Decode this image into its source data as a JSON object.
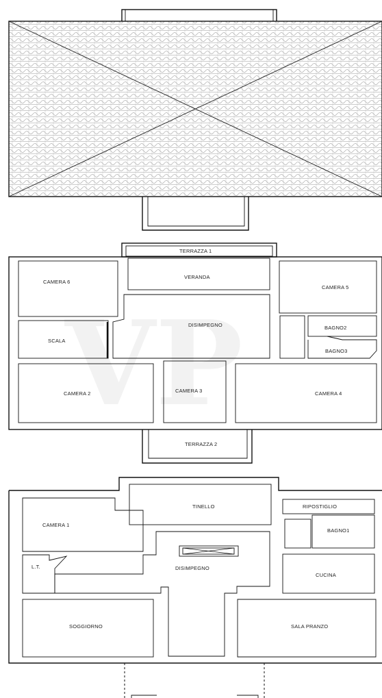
{
  "watermark": "VP",
  "floors": [
    {
      "id": "roof",
      "label": "",
      "rooms": []
    },
    {
      "id": "upper-floor",
      "rooms": [
        {
          "key": "terrazza1",
          "label": "TERRAZZA 1"
        },
        {
          "key": "veranda",
          "label": "VERANDA"
        },
        {
          "key": "camera6",
          "label": "CAMERA 6"
        },
        {
          "key": "camera5",
          "label": "CAMERA 5"
        },
        {
          "key": "disimpegno_upper",
          "label": "DISIMPEGNO"
        },
        {
          "key": "scala",
          "label": "SCALA"
        },
        {
          "key": "bagno2",
          "label": "BAGNO2"
        },
        {
          "key": "bagno3",
          "label": "BAGNO3"
        },
        {
          "key": "camera2",
          "label": "CAMERA 2"
        },
        {
          "key": "camera3",
          "label": "CAMERA 3"
        },
        {
          "key": "camera4",
          "label": "CAMERA 4"
        },
        {
          "key": "terrazza2",
          "label": "TERRAZZA 2"
        }
      ]
    },
    {
      "id": "ground-floor",
      "rooms": [
        {
          "key": "tinello",
          "label": "TINELLO"
        },
        {
          "key": "ripostiglio",
          "label": "RIPOSTIGLIO"
        },
        {
          "key": "camera1",
          "label": "CAMERA 1"
        },
        {
          "key": "bagno1",
          "label": "BAGNO1"
        },
        {
          "key": "lt",
          "label": "L.T."
        },
        {
          "key": "disimpegno_ground",
          "label": "DISIMPEGNO"
        },
        {
          "key": "cucina",
          "label": "CUCINA"
        },
        {
          "key": "soggiorno",
          "label": "SOGGIORNO"
        },
        {
          "key": "sala_pranzo",
          "label": "SALA PRANZO"
        }
      ]
    }
  ]
}
